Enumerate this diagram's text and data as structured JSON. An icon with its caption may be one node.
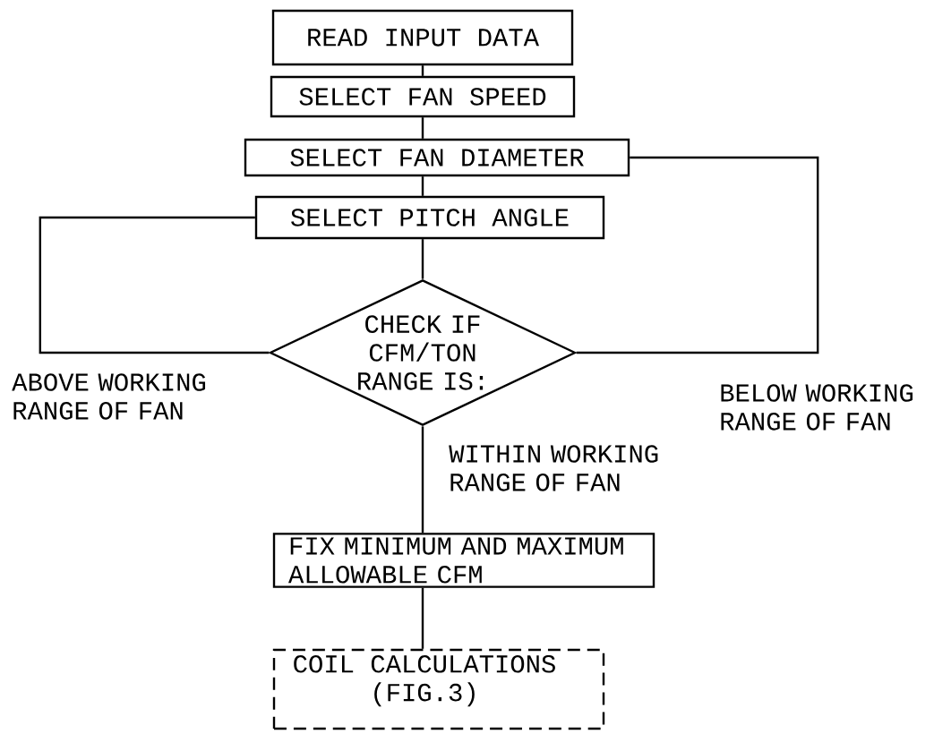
{
  "diagram": {
    "nodes": [
      {
        "text": [
          "READ INPUT DATA"
        ]
      },
      {
        "text": [
          "SELECT FAN SPEED"
        ]
      },
      {
        "text": [
          "SELECT FAN DIAMETER"
        ]
      },
      {
        "text": [
          "SELECT PITCH ANGLE"
        ]
      },
      {
        "text": [
          "CHECK IF CFM/TON RANGE IS:"
        ]
      },
      {
        "text": [
          "FIX MINIMUM AND MAXIMUM ALLOWABLE CFM"
        ]
      },
      {
        "text": [
          "COIL CALCULATIONS (FIG.3)"
        ]
      }
    ],
    "edges": [
      {
        "from": 0,
        "to": 1,
        "arrow": "none"
      },
      {
        "from": 1,
        "to": 2,
        "arrow": "none"
      },
      {
        "from": 2,
        "to": 3,
        "arrow": "none"
      },
      {
        "from": 3,
        "to": 4,
        "arrow": "none"
      },
      {
        "from": 4,
        "to": 3,
        "arrow": "none",
        "label": "ABOVE WORKING RANGE OF FAN"
      },
      {
        "from": 4,
        "to": 2,
        "arrow": "none",
        "label": "BELOW WORKING RANGE OF FAN"
      },
      {
        "from": 4,
        "to": 5,
        "arrow": "none",
        "label": "WITHIN WORKING RANGE OF FAN"
      },
      {
        "from": 5,
        "to": 6,
        "arrow": "none"
      }
    ]
  }
}
